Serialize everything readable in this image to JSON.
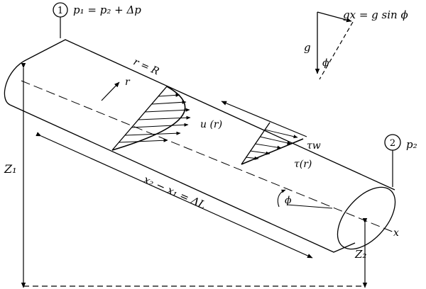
{
  "labels": {
    "station1_num": "1",
    "station1_eq": "p₁ = p₂ + Δp",
    "station2_num": "2",
    "station2_eq": "p₂",
    "radius_eq": "r = R",
    "r": "r",
    "velocity": "u (r)",
    "tau_w": "τw",
    "tau_r": "τ(r)",
    "length_eq": "x₂ − x₁ = ΔL",
    "z1": "Z₁",
    "z2": "Z₂",
    "x_axis": "x",
    "phi": "ϕ",
    "g": "g",
    "gx_eq": "gx = g sin ϕ",
    "phi_inset": "ϕ"
  }
}
